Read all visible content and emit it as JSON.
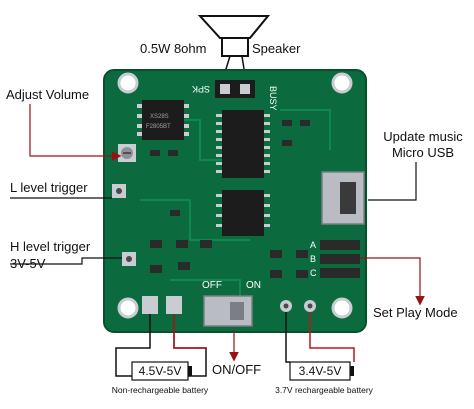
{
  "speaker": {
    "power_label": "0.5W 8ohm",
    "name_label": "Speaker"
  },
  "left_labels": {
    "adjust_volume": "Adjust Volume",
    "l_level_trigger": "L level trigger",
    "h_level_trigger_line1": "H level trigger",
    "h_level_trigger_line2": "3V-5V"
  },
  "right_labels": {
    "update_music_line1": "Update music",
    "update_music_line2": "Micro USB",
    "set_play_mode": "Set Play Mode"
  },
  "bottom": {
    "switch_label": "ON/OFF",
    "battery_left_voltage": "4.5V-5V",
    "battery_left_caption": "Non-rechargeable battery",
    "battery_right_voltage": "3.4V-5V",
    "battery_right_caption": "3.7V rechargeable battery"
  },
  "board_text": {
    "spk": "SPK",
    "busy": "BUSY",
    "off": "OFF",
    "on": "ON",
    "abc": [
      "A",
      "B",
      "C"
    ],
    "chip_label_1": "XS28S",
    "chip_label_2": "F2805BT"
  },
  "colors": {
    "pcb": "#0b6b3e",
    "pcb_dark": "#07502c",
    "pads": "#c9ccd1",
    "chip": "#1c1c1c",
    "wire_red": "#c0151b",
    "arrow": "#9b1015",
    "label": "#111111"
  },
  "icons": [
    "speaker-icon",
    "potentiometer-icon",
    "usb-port-icon",
    "slide-switch-icon",
    "battery-icon"
  ]
}
